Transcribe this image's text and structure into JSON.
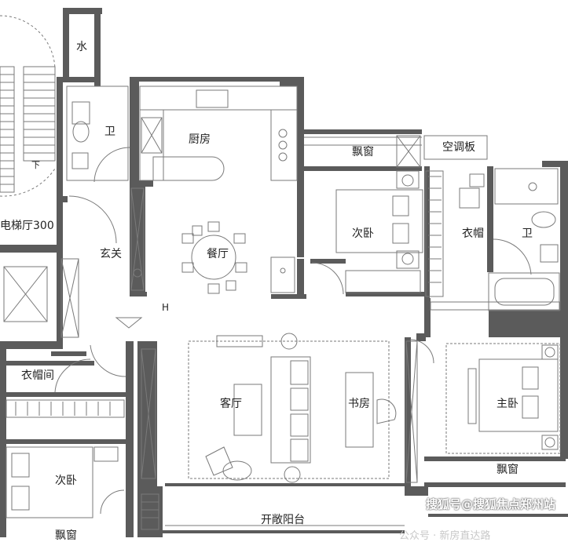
{
  "rooms": {
    "water": "水",
    "bath_left": "卫",
    "kitchen": "厨房",
    "bay_window_top": "飘窗",
    "ac_board": "空调板",
    "elevator_hall": "电梯厅300",
    "stair_down": "下",
    "entrance": "玄关",
    "dining": "餐厅",
    "bedroom_top": "次卧",
    "wardrobe_right": "衣帽",
    "bath_right": "卫",
    "h_mark": "H",
    "living": "客厅",
    "study": "书房",
    "master_bedroom": "主卧",
    "wardrobe_left": "衣帽间",
    "bedroom_left": "次卧",
    "bay_window_right": "飘窗",
    "balcony": "开敞阳台",
    "bay_window_bottom": "飘窗"
  },
  "watermark": {
    "main": "搜狐号@搜狐焦点郑州站",
    "secondary": "公众号 · 新房直达路"
  },
  "colors": {
    "wall": "#5b5b5b",
    "line": "#7a7a7a",
    "furniture_fill": "#ffffff",
    "window_line": "#9a9a9a"
  }
}
